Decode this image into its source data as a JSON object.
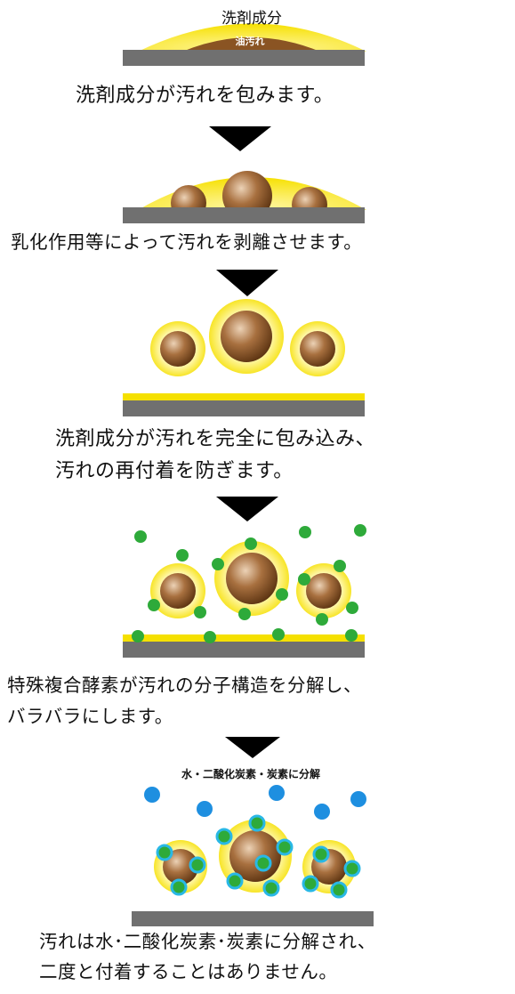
{
  "colors": {
    "surface": "#707070",
    "detergent": "#f5e000",
    "detergent_light": "#fff8b0",
    "dirt_dark": "#6b3d17",
    "dirt_light": "#e8c8a8",
    "enzyme": "#2eaa3a",
    "water": "#1e8fe0",
    "arrow": "#000000"
  },
  "step1": {
    "detergent_label": "洗剤成分",
    "oil_label": "油汚れ",
    "caption": "洗剤成分が汚れを包みます。"
  },
  "step2": {
    "caption": "乳化作用等によって汚れを剥離させます。"
  },
  "step3": {
    "caption_line1": "洗剤成分が汚れを完全に包み込み、",
    "caption_line2": "汚れの再付着を防ぎます。"
  },
  "step4": {
    "caption_line1": "特殊複合酵素が汚れの分子構造を分解し、",
    "caption_line2": "バラバラにします。"
  },
  "step5": {
    "decompose_label": "水・二酸化炭素・炭素に分解",
    "caption_line1": "汚れは水･二酸化炭素･炭素に分解され、",
    "caption_line2": "二度と付着することはありません。"
  }
}
